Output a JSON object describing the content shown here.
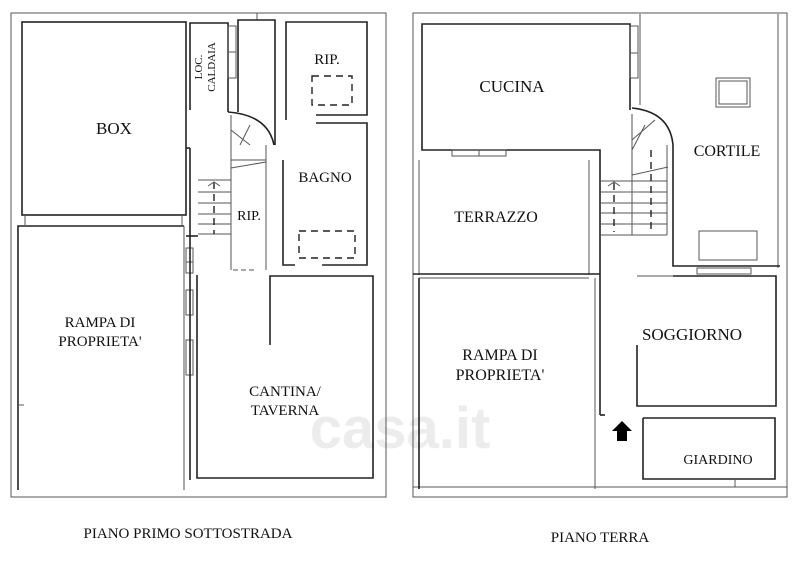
{
  "floors": [
    {
      "title": "PIANO PRIMO SOTTOSTRADA",
      "rooms": {
        "box": "BOX",
        "loc_caldaia_1": "LOC.",
        "loc_caldaia_2": "CALDAIA",
        "rip_top": "RIP.",
        "bagno": "BAGNO",
        "rip_stair": "RIP.",
        "rampa_1": "RAMPA DI",
        "rampa_2": "PROPRIETA'",
        "cantina_1": "CANTINA/",
        "cantina_2": "TAVERNA"
      }
    },
    {
      "title": "PIANO TERRA",
      "rooms": {
        "cucina": "CUCINA",
        "cortile": "CORTILE",
        "terrazzo": "TERRAZZO",
        "soggiorno": "SOGGIORNO",
        "rampa_1": "RAMPA DI",
        "rampa_2": "PROPRIETA'",
        "giardino": "GIARDINO"
      }
    }
  ],
  "watermark": "casa.it"
}
